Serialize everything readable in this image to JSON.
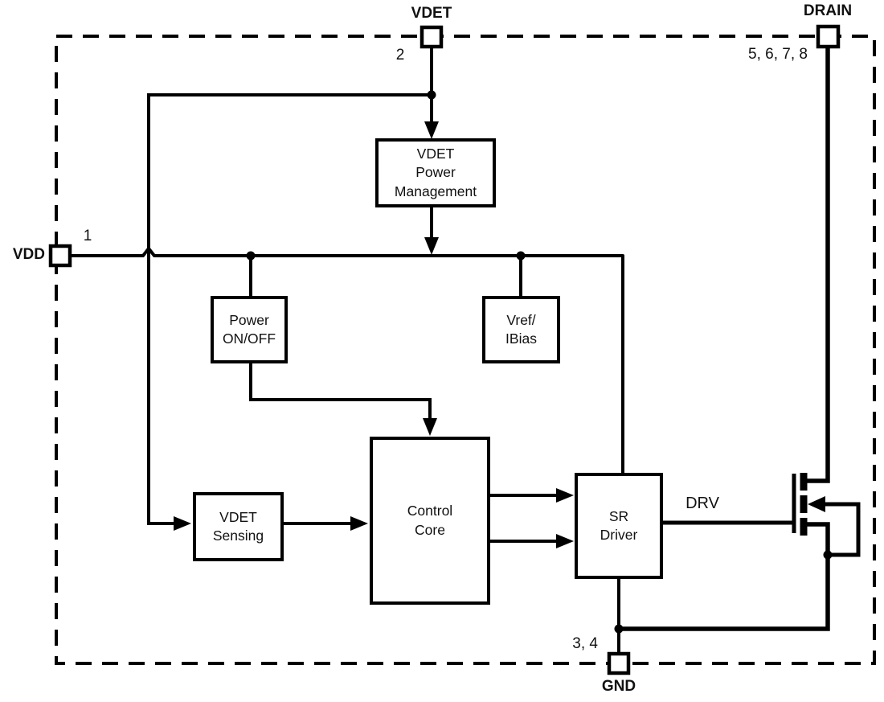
{
  "diagram": {
    "type": "ic-functional-block-diagram",
    "colors": {
      "ink": "#000000",
      "background": "#ffffff"
    },
    "pins": [
      {
        "name": "VDET",
        "numbers": "2",
        "side": "top"
      },
      {
        "name": "DRAIN",
        "numbers": "5, 6, 7, 8",
        "side": "top"
      },
      {
        "name": "VDD",
        "numbers": "1",
        "side": "left"
      },
      {
        "name": "GND",
        "numbers": "3, 4",
        "side": "bottom"
      }
    ],
    "blocks": [
      {
        "id": "vdet-power-management",
        "label": "VDET\nPower\nManagement"
      },
      {
        "id": "power-on-off",
        "label": "Power\nON/OFF"
      },
      {
        "id": "vref-ibias",
        "label": "Vref/\nIBias"
      },
      {
        "id": "vdet-sensing",
        "label": "VDET\nSensing"
      },
      {
        "id": "control-core",
        "label": "Control\nCore"
      },
      {
        "id": "sr-driver",
        "label": "SR\nDriver"
      }
    ],
    "net_labels": [
      {
        "id": "drv",
        "label": "DRV"
      }
    ],
    "symbols": [
      {
        "id": "nmos-transistor",
        "description": "power MOSFET with body diode arrow, drain to DRAIN pin, source to GND"
      }
    ]
  }
}
